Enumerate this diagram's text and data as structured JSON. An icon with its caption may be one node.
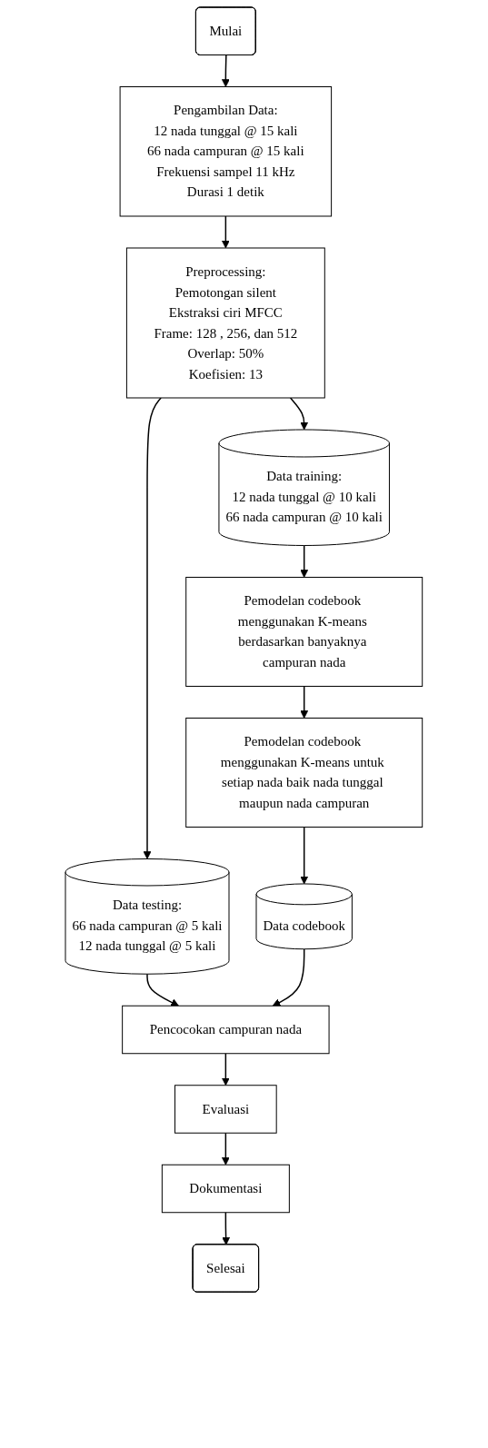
{
  "diagram": {
    "nodes": [
      {
        "text": [
          "Mulai"
        ]
      },
      {
        "text": [
          "Pengambilan Data:",
          "12 nada tunggal @ 15 kali",
          "66 nada campuran @ 15 kali",
          "Frekuensi sampel 11 kHz",
          "Durasi 1 detik"
        ]
      },
      {
        "text": [
          "Preprocessing:",
          "Pemotongan silent",
          "Ekstraksi ciri MFCC",
          "Frame: 128 , 256, dan 512",
          "Overlap: 50%",
          "Koefisien: 13"
        ]
      },
      {
        "text": [
          "Data training:",
          "12 nada tunggal @ 10 kali",
          "66 nada campuran @ 10 kali"
        ]
      },
      {
        "text": [
          "Data testing:",
          "66 nada campuran @ 5 kali",
          "12 nada tunggal @ 5 kali"
        ]
      },
      {
        "text": [
          "Pemodelan codebook menggunakan K-means berdasarkan banyaknya campuran nada"
        ]
      },
      {
        "text": [
          "Pemodelan codebook menggunakan K-means untuk setiap nada baik nada tunggal maupun nada campuran"
        ]
      },
      {
        "text": [
          "Data codebook"
        ]
      },
      {
        "text": [
          "Pencocokan campuran nada"
        ]
      },
      {
        "text": [
          "Evaluasi"
        ]
      },
      {
        "text": [
          "Dokumentasi"
        ]
      },
      {
        "text": [
          "Selesai"
        ]
      }
    ],
    "edges": [
      {
        "from": 0,
        "to": 1,
        "arrow": "to"
      },
      {
        "from": 1,
        "to": 2,
        "arrow": "to"
      },
      {
        "from": 2,
        "to": 3,
        "arrow": "to"
      },
      {
        "from": 2,
        "to": 4,
        "arrow": "to"
      },
      {
        "from": 3,
        "to": 5,
        "arrow": "to"
      },
      {
        "from": 5,
        "to": 6,
        "arrow": "to"
      },
      {
        "from": 6,
        "to": 7,
        "arrow": "to"
      },
      {
        "from": 4,
        "to": 8,
        "arrow": "to"
      },
      {
        "from": 7,
        "to": 8,
        "arrow": "to"
      },
      {
        "from": 8,
        "to": 9,
        "arrow": "to"
      },
      {
        "from": 9,
        "to": 10,
        "arrow": "to"
      },
      {
        "from": 10,
        "to": 11,
        "arrow": "to"
      }
    ]
  }
}
